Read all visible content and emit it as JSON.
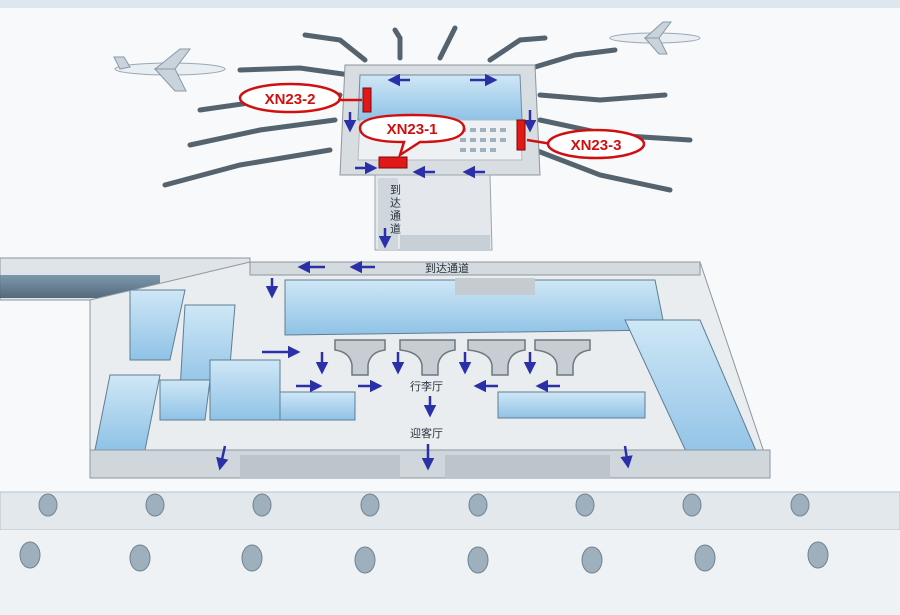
{
  "labels": {
    "arrival_corridor_vertical": "到达通道",
    "arrival_corridor_horizontal": "到达通道",
    "baggage_hall": "行李厅",
    "greeting_hall": "迎客厅"
  },
  "tags": [
    {
      "id": "XN23-1",
      "text": "XN23-1"
    },
    {
      "id": "XN23-2",
      "text": "XN23-2"
    },
    {
      "id": "XN23-3",
      "text": "XN23-3"
    }
  ],
  "colors": {
    "flow_arrow": "#2b2fa8",
    "tag_outline": "#d01010",
    "ad_marker": "#e01818",
    "glass": "#a9d3ee",
    "floor": "#e9edf0"
  },
  "icons": {
    "aircraft": "airplane-icon",
    "flow": "arrow-icon",
    "ad_position": "ad-marker-icon"
  }
}
